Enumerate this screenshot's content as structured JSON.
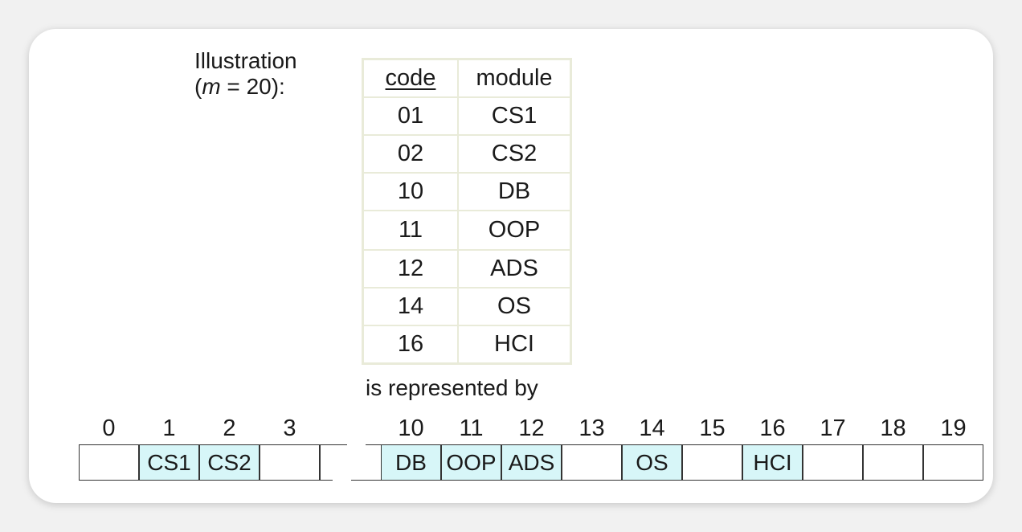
{
  "illustration": {
    "line1": "Illustration",
    "open": "(",
    "m": "m",
    "rest": " = 20):"
  },
  "table": {
    "header": {
      "code": "code",
      "module": "module"
    },
    "rows": [
      {
        "code": "01",
        "module": "CS1"
      },
      {
        "code": "02",
        "module": "CS2"
      },
      {
        "code": "10",
        "module": "DB"
      },
      {
        "code": "11",
        "module": "OOP"
      },
      {
        "code": "12",
        "module": "ADS"
      },
      {
        "code": "14",
        "module": "OS"
      },
      {
        "code": "16",
        "module": "HCI"
      }
    ]
  },
  "represented_label": "is represented by",
  "array": {
    "left": [
      {
        "index": "0",
        "value": ""
      },
      {
        "index": "1",
        "value": "CS1"
      },
      {
        "index": "2",
        "value": "CS2"
      },
      {
        "index": "3",
        "value": ""
      }
    ],
    "right": [
      {
        "index": "10",
        "value": "DB"
      },
      {
        "index": "11",
        "value": "OOP"
      },
      {
        "index": "12",
        "value": "ADS"
      },
      {
        "index": "13",
        "value": ""
      },
      {
        "index": "14",
        "value": "OS"
      },
      {
        "index": "15",
        "value": ""
      },
      {
        "index": "16",
        "value": "HCI"
      },
      {
        "index": "17",
        "value": ""
      },
      {
        "index": "18",
        "value": ""
      },
      {
        "index": "19",
        "value": ""
      }
    ]
  },
  "colors": {
    "filled_slot": "#d7f6f8",
    "table_border": "#e9ebd9"
  }
}
